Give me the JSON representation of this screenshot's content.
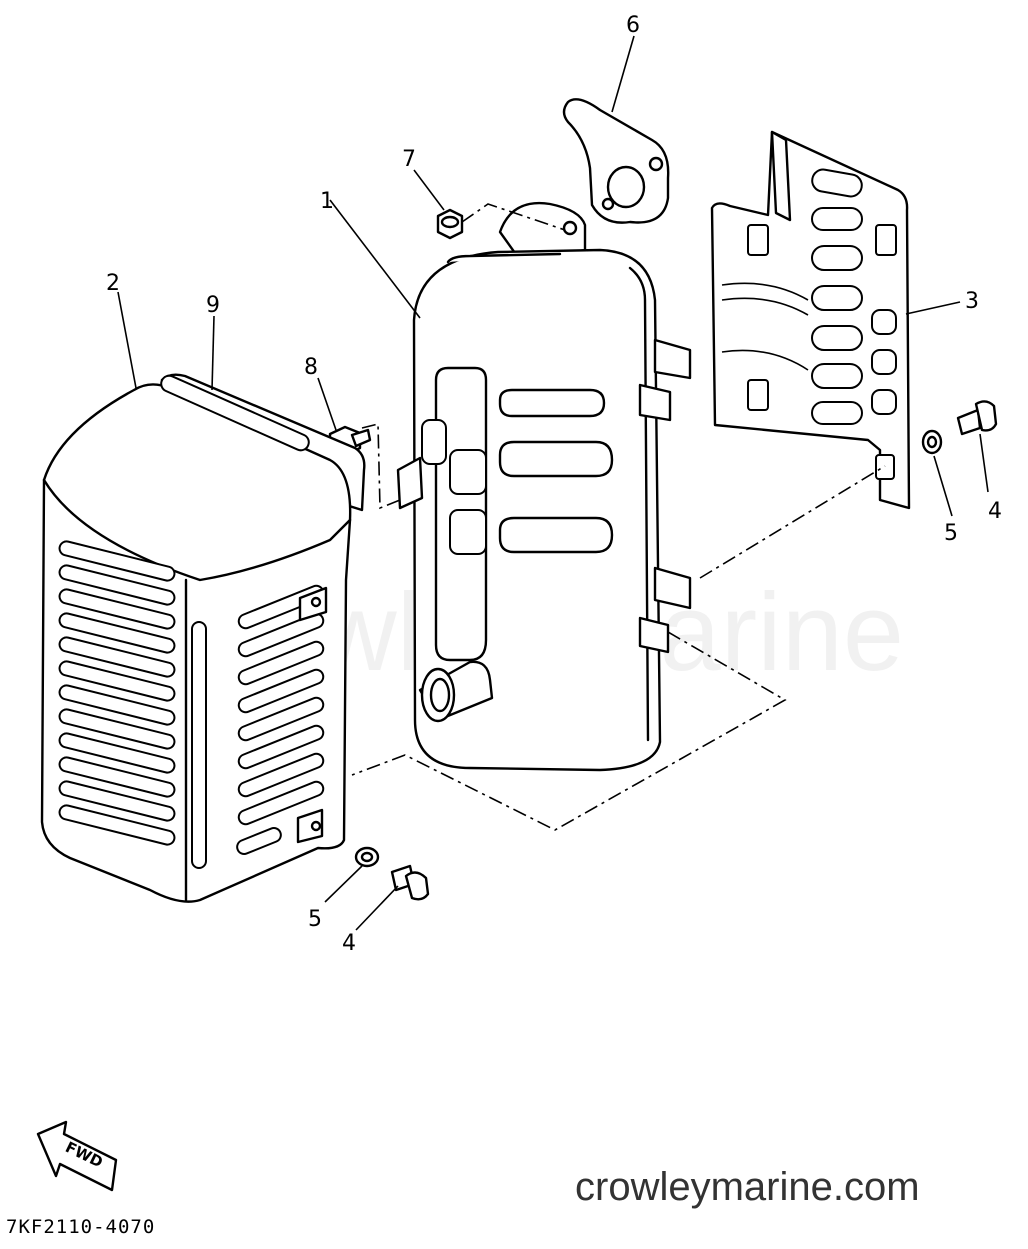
{
  "diagram": {
    "callouts": [
      "1",
      "2",
      "3",
      "4",
      "5",
      "6",
      "7",
      "8",
      "9",
      "4",
      "5"
    ],
    "watermark": "Crowley Marine",
    "site": "crowleymarine.com",
    "drawing_code": "7KF2110-4070",
    "direction_label": "FWD"
  }
}
